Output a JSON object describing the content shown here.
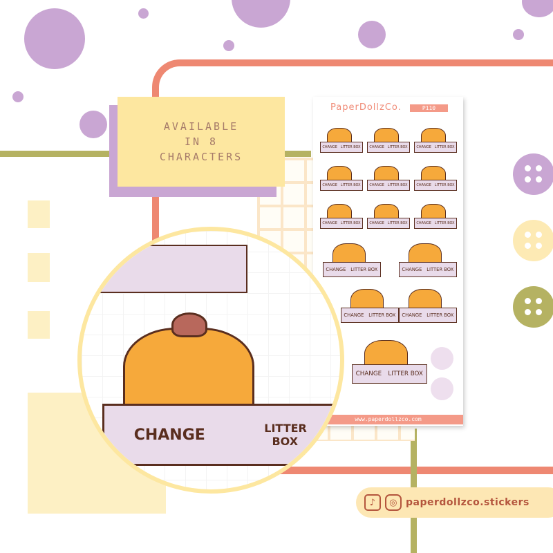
{
  "card": {
    "line1": "AVAILABLE",
    "line2": "IN 8",
    "line3": "CHARACTERS"
  },
  "sheet": {
    "brand": "PaperDollzCo.",
    "code": "P110",
    "footer": "www.paperdollzco.com"
  },
  "sticker": {
    "left_text": "CHANGE",
    "right_text": "LITTER BOX"
  },
  "social": {
    "handle": "paperdollzco.stickers",
    "icons": [
      "tiktok-icon",
      "instagram-icon"
    ]
  },
  "colors": {
    "purple": "#c9a6d3",
    "salmon": "#ee8872",
    "olive": "#b5b262",
    "yellow": "#fde7a0",
    "cat": "#f6a93b"
  }
}
